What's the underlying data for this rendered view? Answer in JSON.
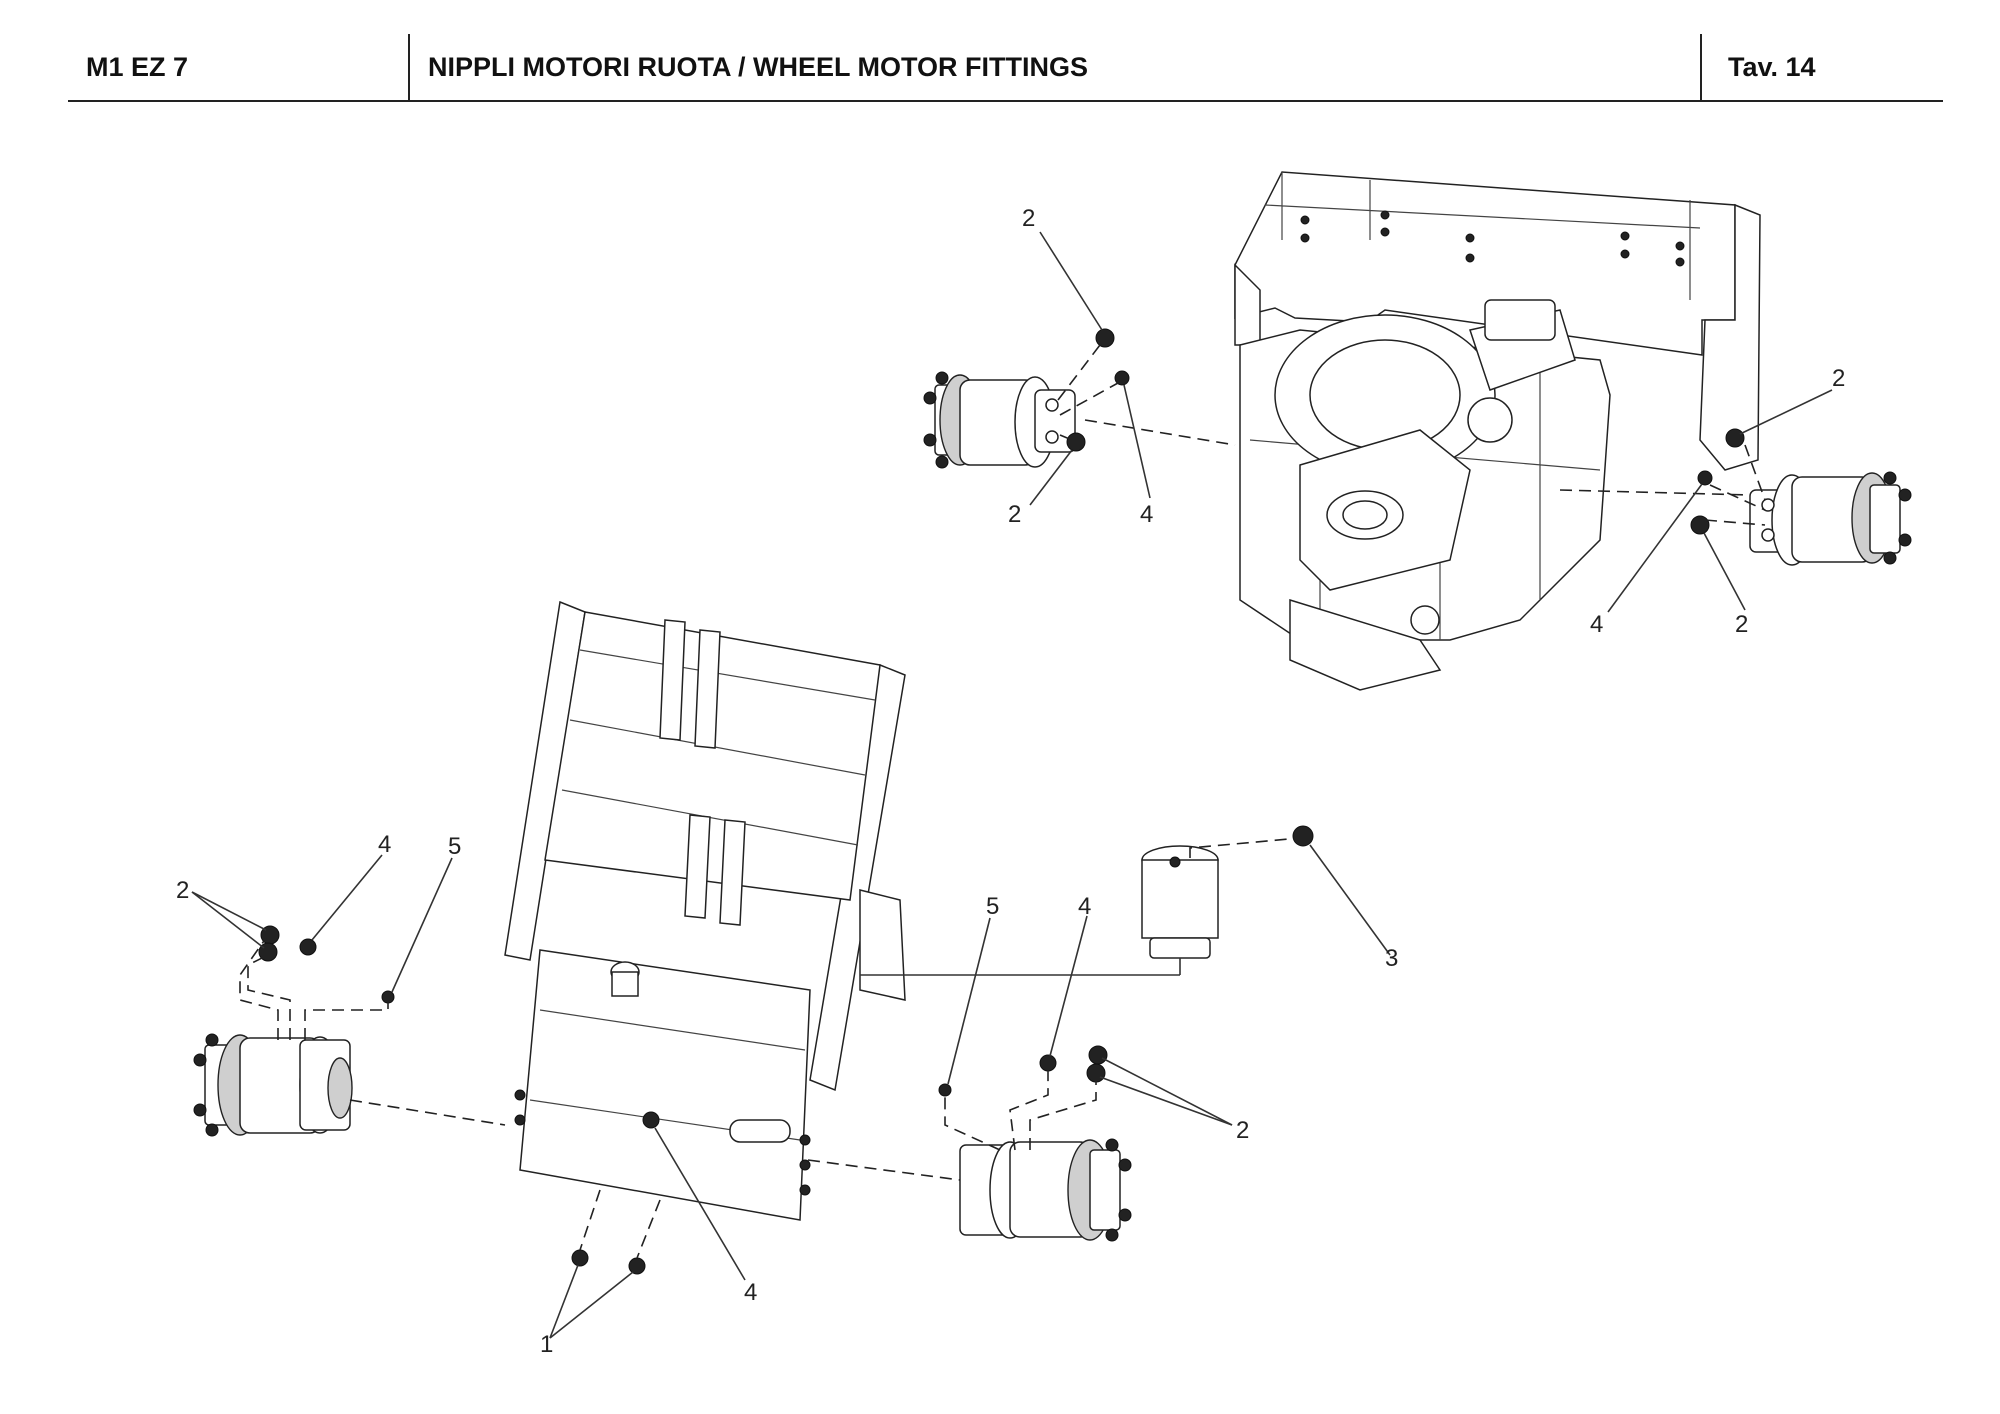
{
  "header": {
    "code": "M1 EZ 7",
    "title": "NIPPLI MOTORI RUOTA / WHEEL MOTOR FITTINGS",
    "table_label": "Tav.  14"
  },
  "callouts": {
    "c1": "2",
    "c2": "2",
    "c3": "4",
    "c4": "2",
    "c5": "4",
    "c6": "2",
    "c7": "2",
    "c8": "4",
    "c9": "5",
    "c10": "5",
    "c11": "4",
    "c12": "3",
    "c13": "2",
    "c14": "4",
    "c15": "1"
  }
}
